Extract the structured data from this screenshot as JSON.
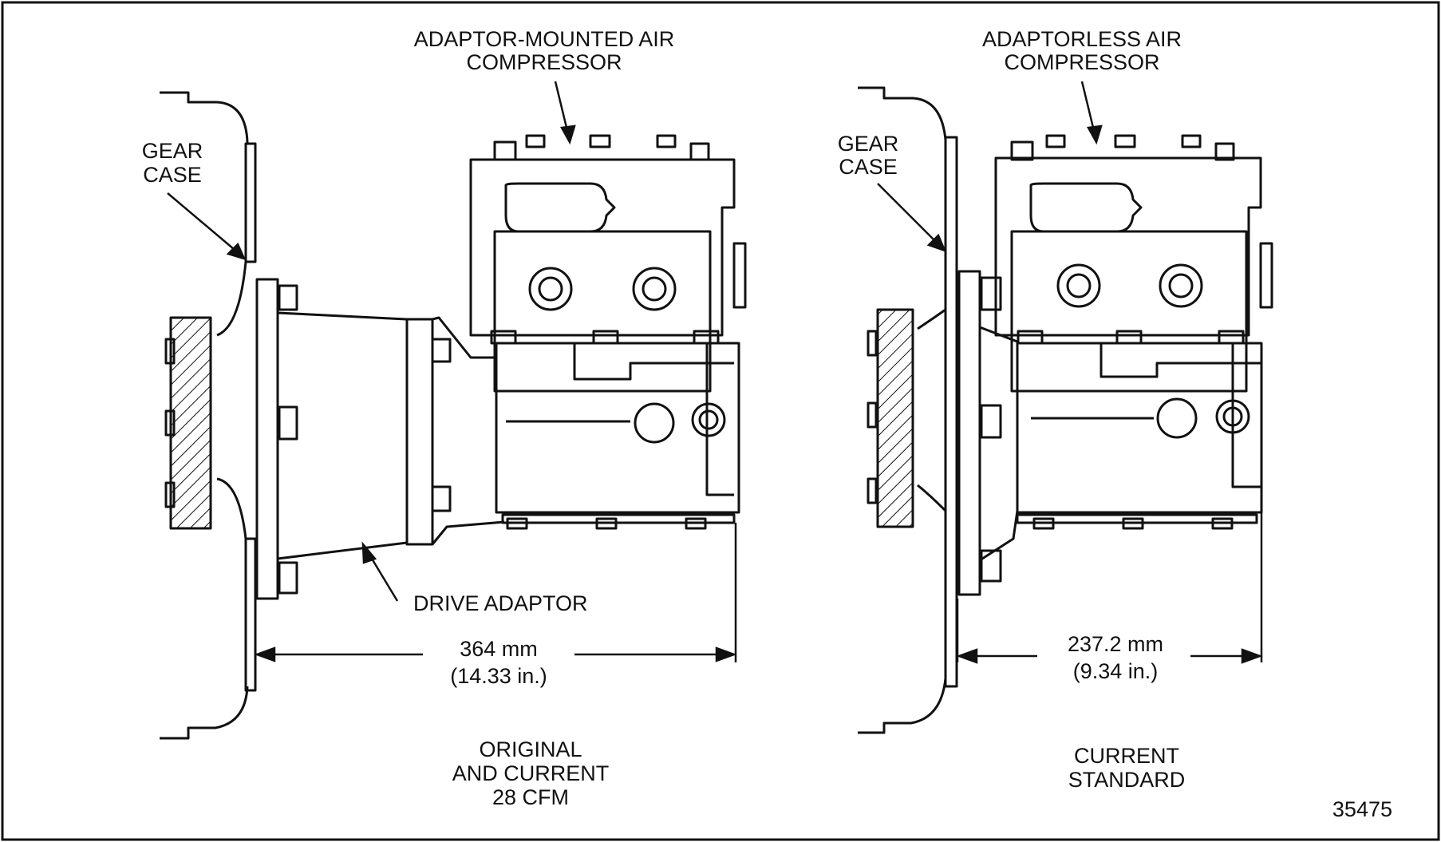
{
  "left": {
    "compressor_label": [
      "ADAPTOR-MOUNTED AIR",
      "COMPRESSOR"
    ],
    "gear_case_label": [
      "GEAR",
      "CASE"
    ],
    "drive_adaptor_label": "DRIVE ADAPTOR",
    "dimension": [
      "364 mm",
      "(14.33 in.)"
    ],
    "caption": [
      "ORIGINAL",
      "AND CURRENT",
      "28 CFM"
    ]
  },
  "right": {
    "compressor_label": [
      "ADAPTORLESS AIR",
      "COMPRESSOR"
    ],
    "gear_case_label": [
      "GEAR",
      "CASE"
    ],
    "dimension": [
      "237.2 mm",
      "(9.34 in.)"
    ],
    "caption": [
      "CURRENT",
      "STANDARD"
    ]
  },
  "figure_number": "35475",
  "colors": {
    "line": "#111111",
    "background": "#ffffff"
  }
}
